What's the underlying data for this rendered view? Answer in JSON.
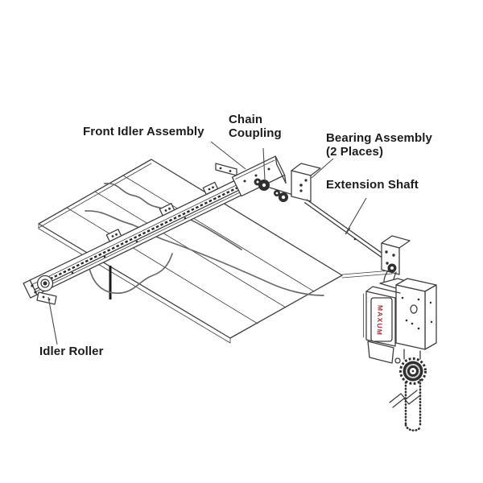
{
  "diagram": {
    "labels": {
      "front_idler_assembly": "Front Idler Assembly",
      "chain_coupling": "Chain\nCoupling",
      "bearing_assembly": "Bearing Assembly\n(2 Places)",
      "extension_shaft": "Extension Shaft",
      "idler_roller": "Idler Roller"
    },
    "brand": "MAXUM",
    "colors": {
      "line": "#3f3f3f",
      "label_text": "#1c1c1c",
      "brand_red": "#a13539",
      "background": "#ffffff"
    }
  }
}
